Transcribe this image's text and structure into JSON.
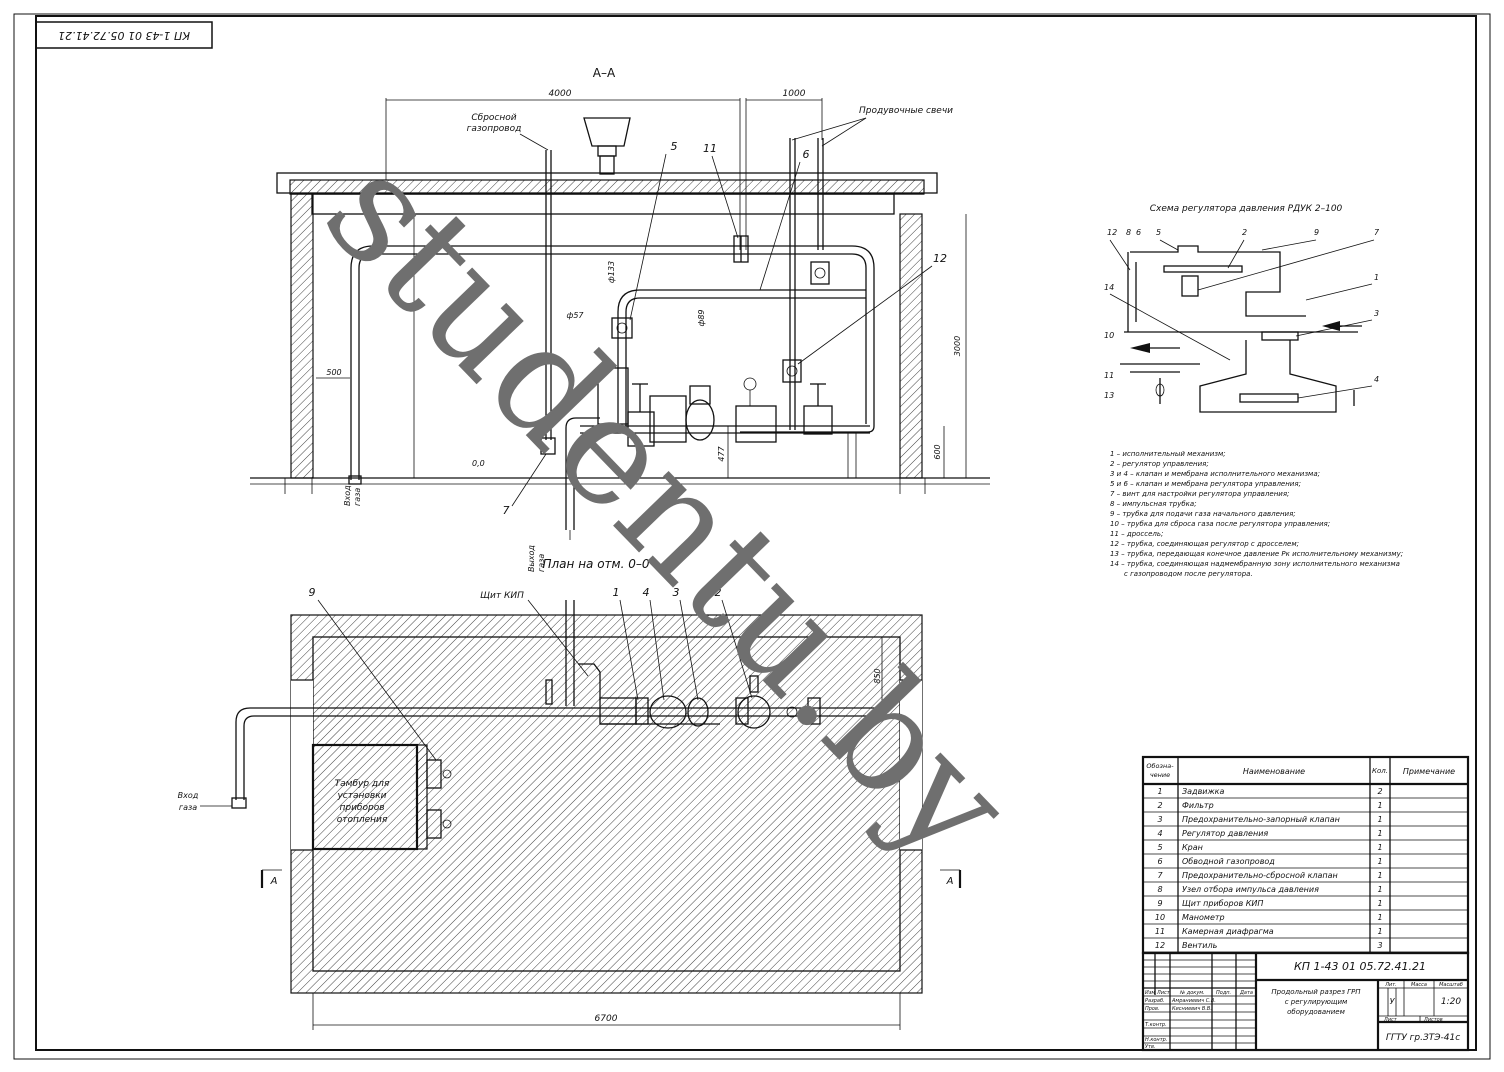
{
  "stamp_code": "КП 1-43 01 05.72.41.21",
  "section": {
    "title": "А–А",
    "dim_4000": "4000",
    "dim_1000": "1000",
    "label_vent_pipe": [
      "Сбросной",
      "газопровод"
    ],
    "label_purge": "Продувочные свечи",
    "dim_d133": "ф133",
    "dim_d57": "ф57",
    "dim_d89": "ф89",
    "dim_500": "500",
    "dim_3000": "3000",
    "dim_600": "600",
    "dim_477": "477",
    "level_00": "0,0",
    "label_inlet": [
      "Вход",
      "газа"
    ],
    "label_outlet": [
      "Выход",
      "газа"
    ],
    "callouts": [
      "5",
      "11",
      "6",
      "12",
      "7"
    ]
  },
  "plan": {
    "title": "План на отм. 0–0",
    "label_kip": "Щит КИП",
    "callouts": [
      "9",
      "1",
      "4",
      "3",
      "2"
    ],
    "dim_850": "850",
    "dim_6700": "6700",
    "label_tambur": [
      "Тамбур для",
      "установки",
      "приборов",
      "отопления"
    ],
    "label_inlet": [
      "Вход",
      "газа"
    ],
    "section_mark": "А"
  },
  "scheme": {
    "title": "Схема регулятора давления РДУК 2–100",
    "numbers": [
      "12",
      "8",
      "6",
      "5",
      "2",
      "9",
      "7",
      "1",
      "14",
      "3",
      "10",
      "11",
      "13",
      "4"
    ],
    "legend": [
      "1 – исполнительный механизм;",
      "2 – регулятор управления;",
      "3 и 4 – клапан и мембрана исполнительного механизма;",
      "5 и 6 – клапан и мембрана регулятора управления;",
      "7 – винт для настройки регулятора управления;",
      "8 – импульсная трубка;",
      "9 – трубка для подачи газа начального давления;",
      "10 – трубка для сброса газа после регулятора управления;",
      "11 – дроссель;",
      "12 – трубка, соединяющая регулятор с дросселем;",
      "13 – трубка, передающая конечное давление Рк исполнительному механизму;",
      "14 – трубка, соединяющая надмембранную зону исполнительного механизма",
      "с газопроводом после регулятора."
    ]
  },
  "spec_table": {
    "headers": [
      "Обозна-чение",
      "Наименование",
      "Кол.",
      "Примечание"
    ],
    "rows": [
      [
        "1",
        "Задвижка",
        "2"
      ],
      [
        "2",
        "Фильтр",
        "1"
      ],
      [
        "3",
        "Предохранительно-запорный клапан",
        "1"
      ],
      [
        "4",
        "Регулятор давления",
        "1"
      ],
      [
        "5",
        "Кран",
        "1"
      ],
      [
        "6",
        "Обводной газопровод",
        "1"
      ],
      [
        "7",
        "Предохранительно-сбросной клапан",
        "1"
      ],
      [
        "8",
        "Узел отбора импульса давления",
        "1"
      ],
      [
        "9",
        "Щит приборов КИП",
        "1"
      ],
      [
        "10",
        "Манометр",
        "1"
      ],
      [
        "11",
        "Камерная диафрагма",
        "1"
      ],
      [
        "12",
        "Вентиль",
        "3"
      ]
    ]
  },
  "title_block": {
    "code": "КП 1-43 01 05.72.41.21",
    "drawing_title": [
      "Продольный разрез ГРП",
      "с регулирующим",
      "оборудованием"
    ],
    "col_labels": [
      "Изм",
      "Лист",
      "№ докум.",
      "Подп.",
      "Дата"
    ],
    "roles": [
      "Разраб.",
      "Пров.",
      "Т.контр.",
      "Н.контр.",
      "Утв."
    ],
    "names": [
      "Амраниевич С.В.",
      "Кисниевич В.В."
    ],
    "lit_label": "Лит.",
    "mass_label": "Масса",
    "scale_label": "Масштаб",
    "lit_value": "У",
    "scale_value": "1:20",
    "sheet_label": "Лист",
    "sheets_label": "Листов",
    "org": "ГГТУ гр.ЗТЭ-41с"
  },
  "watermark": "studentu.by"
}
